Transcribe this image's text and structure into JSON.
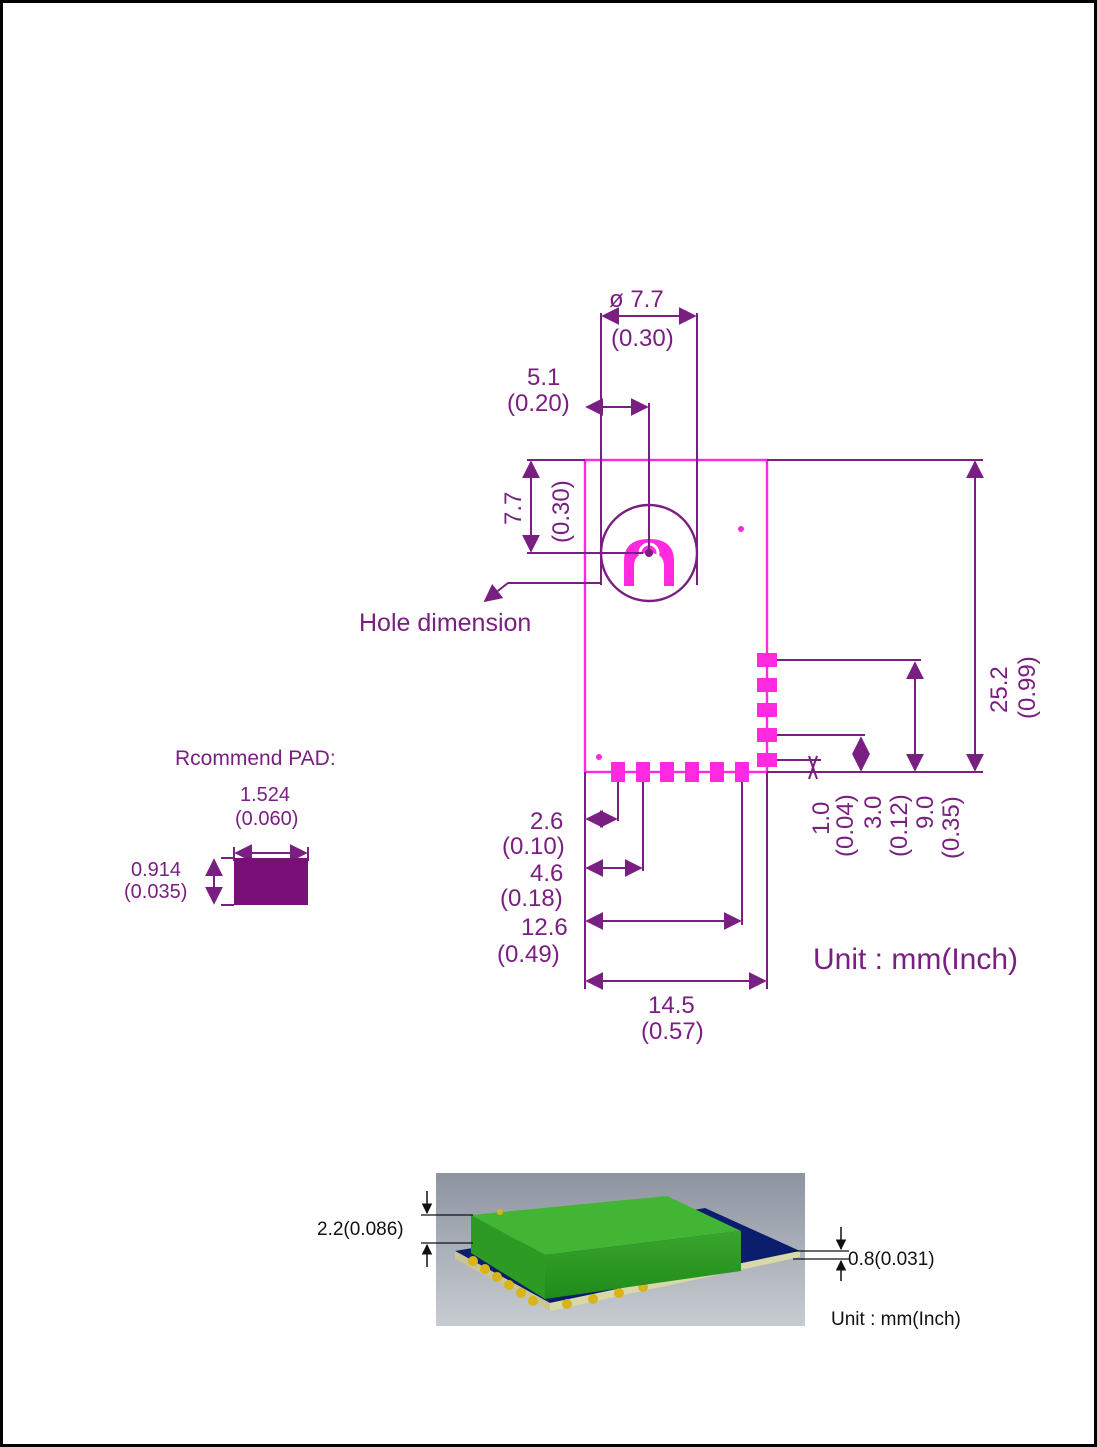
{
  "footprint": {
    "hole_diameter": {
      "mm": "ø 7.7",
      "inch": "(0.30)"
    },
    "hole_x_offset": {
      "mm": "5.1",
      "inch": "(0.20)"
    },
    "hole_y_offset": {
      "mm": "7.7",
      "inch": "(0.30)"
    },
    "hole_label": "Hole dimension",
    "total_height": {
      "mm": "25.2",
      "inch": "(0.99)"
    },
    "pad_pitch_v1": {
      "mm": "1.0",
      "inch": "(0.04)"
    },
    "pad_pitch_v2": {
      "mm": "3.0",
      "inch": "(0.12)"
    },
    "pad_pitch_v3": {
      "mm": "9.0",
      "inch": "(0.35)"
    },
    "pad_offset_h1": {
      "mm": "2.6",
      "inch": "(0.10)"
    },
    "pad_offset_h2": {
      "mm": "4.6",
      "inch": "(0.18)"
    },
    "pad_offset_h3": {
      "mm": "12.6",
      "inch": "(0.49)"
    },
    "total_width": {
      "mm": "14.5",
      "inch": "(0.57)"
    },
    "unit_label": "Unit : mm(Inch)"
  },
  "recommend_pad": {
    "title": "Rcommend PAD:",
    "width": {
      "mm": "1.524",
      "inch": "(0.060)"
    },
    "height": {
      "mm": "0.914",
      "inch": "(0.035)"
    },
    "pad_color": "#7a0f7a"
  },
  "side_view": {
    "height_label": "2.2(0.086)",
    "pcb_thickness_label": "0.8(0.031)",
    "unit_label": "Unit : mm(Inch)"
  },
  "colors": {
    "dimension": "#7a1f82",
    "outline": "#ff2ae0"
  }
}
